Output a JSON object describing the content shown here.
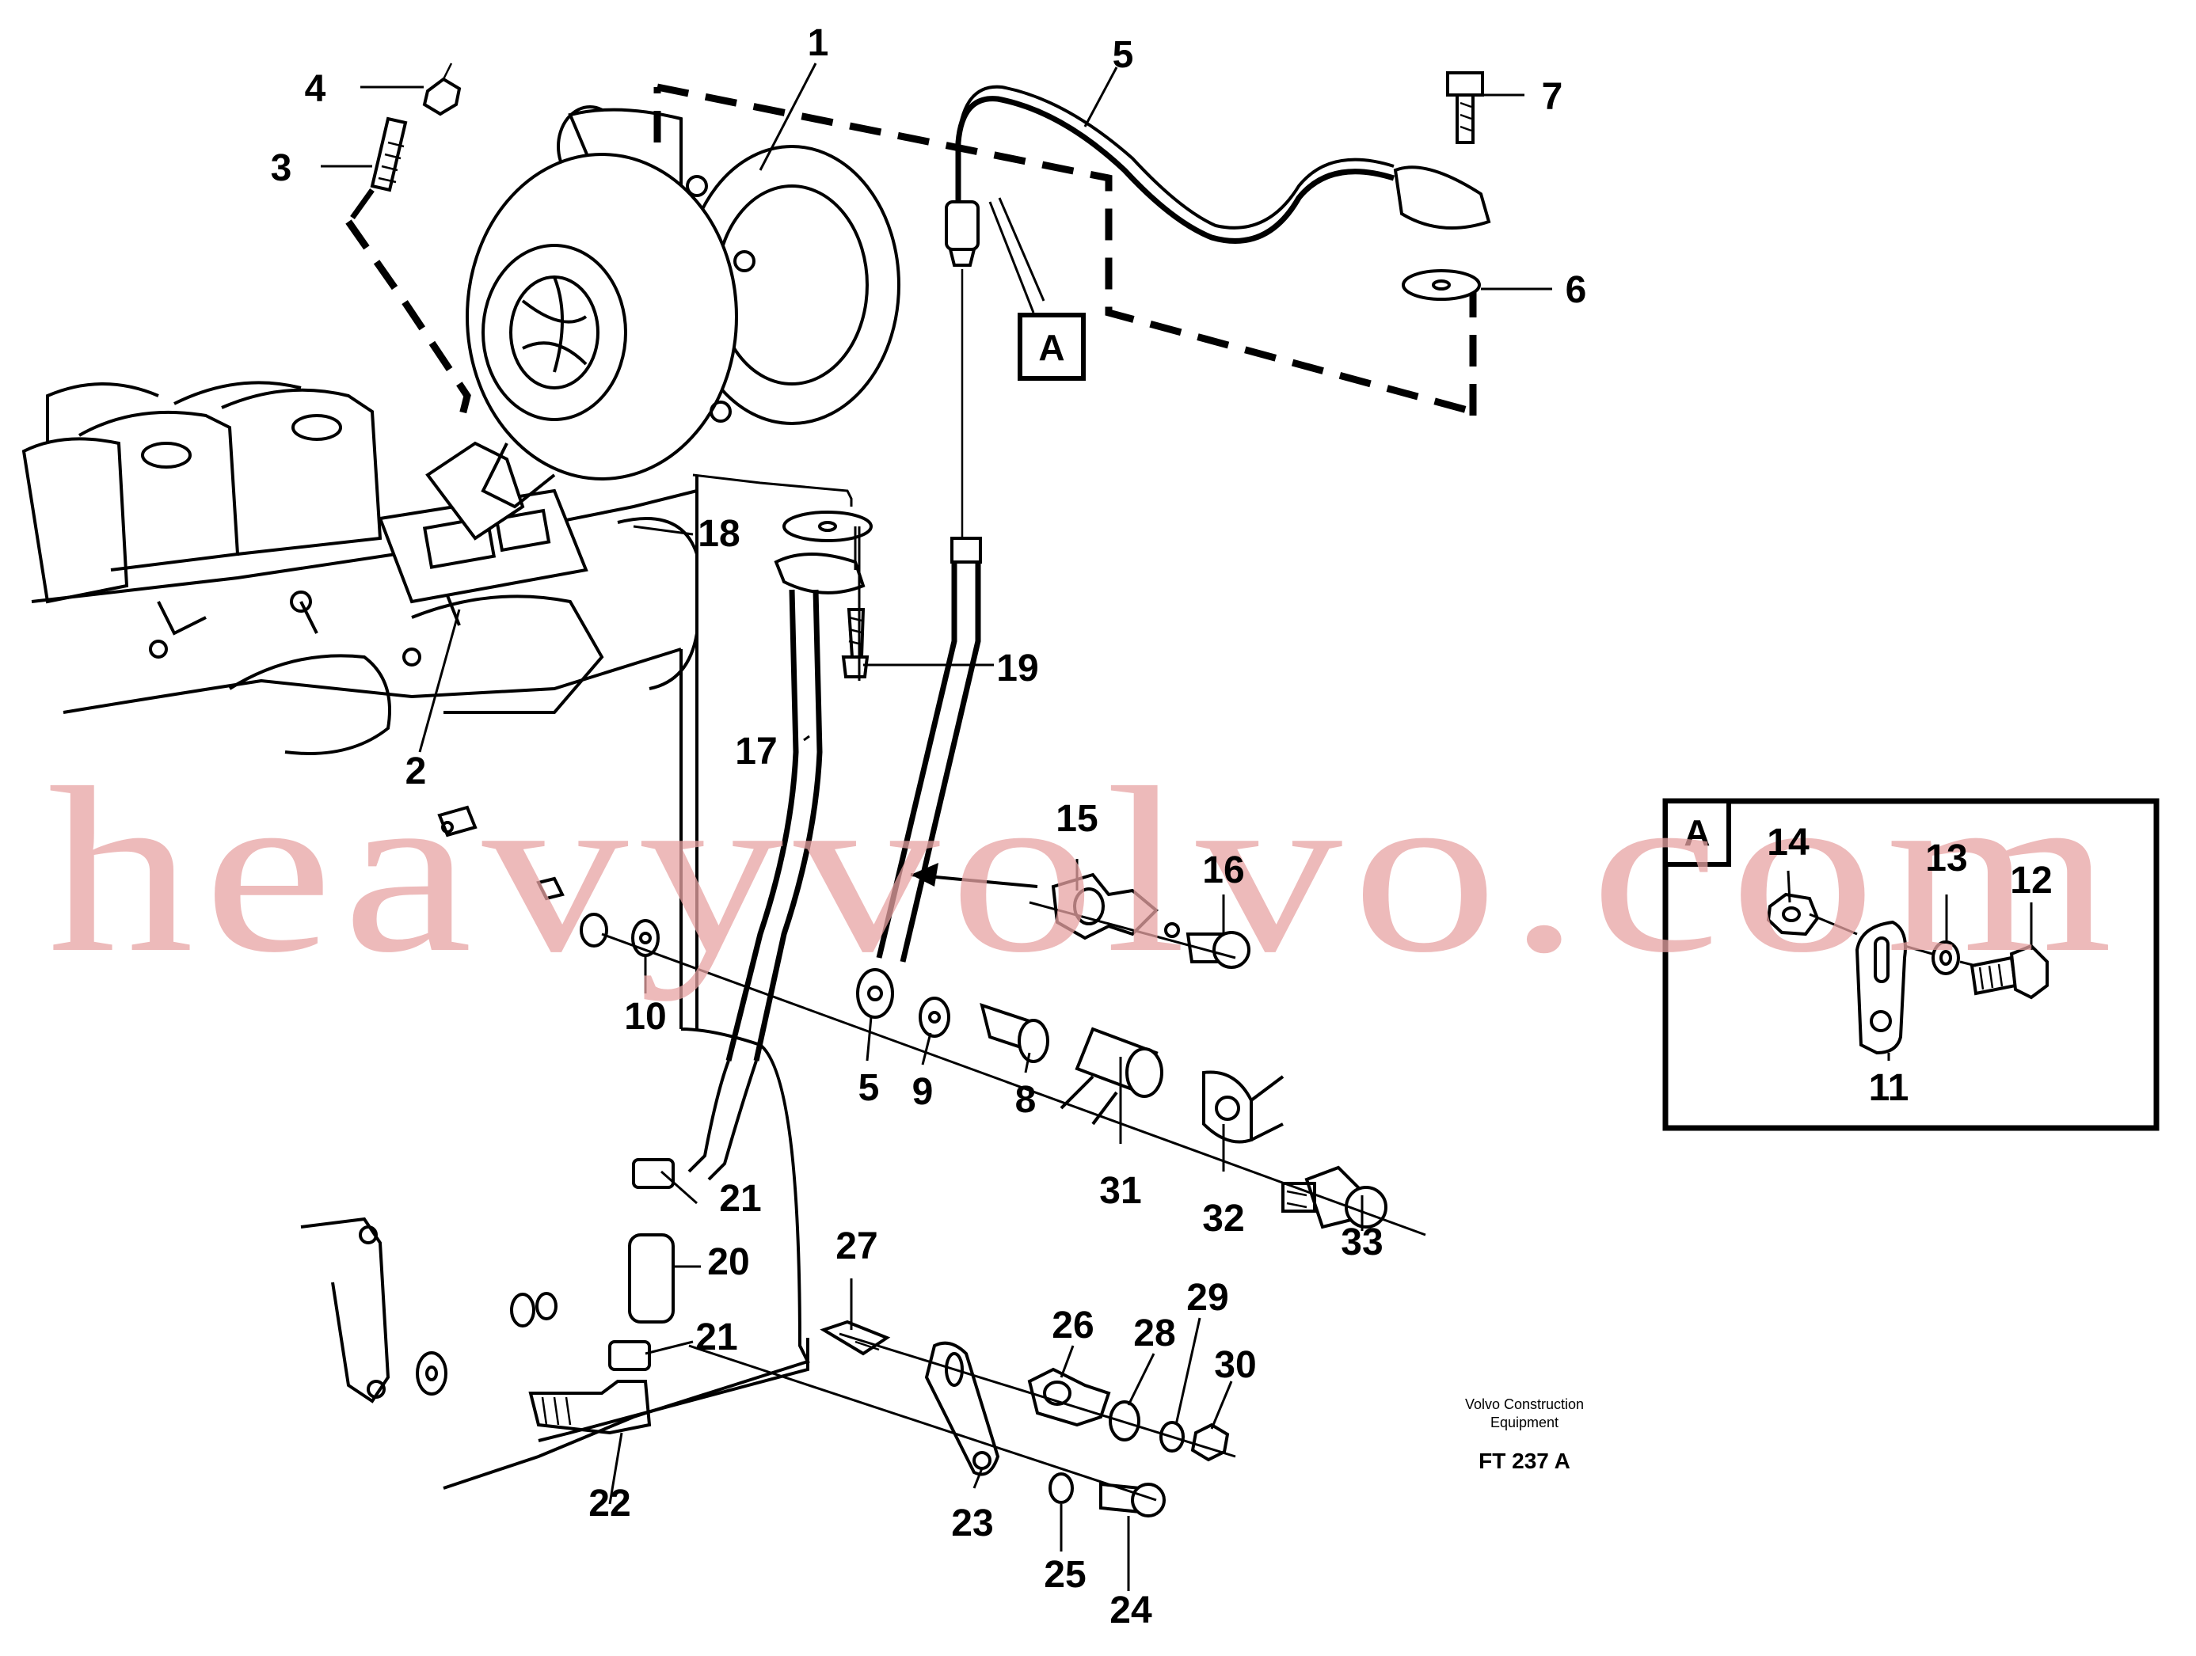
{
  "diagram": {
    "callouts": [
      "1",
      "2",
      "3",
      "4",
      "5",
      "6",
      "7",
      "8",
      "9",
      "10",
      "11",
      "12",
      "13",
      "14",
      "15",
      "16",
      "17",
      "18",
      "19",
      "20",
      "21",
      "22",
      "23",
      "24",
      "25",
      "26",
      "27",
      "28",
      "29",
      "30",
      "31",
      "32",
      "33"
    ],
    "detail_marker": "A",
    "detail_box_label": "A",
    "watermark": "heavyvolvo.com",
    "credit_line1": "Volvo Construction",
    "credit_line2": "Equipment",
    "figure_id": "FT 237 A"
  }
}
